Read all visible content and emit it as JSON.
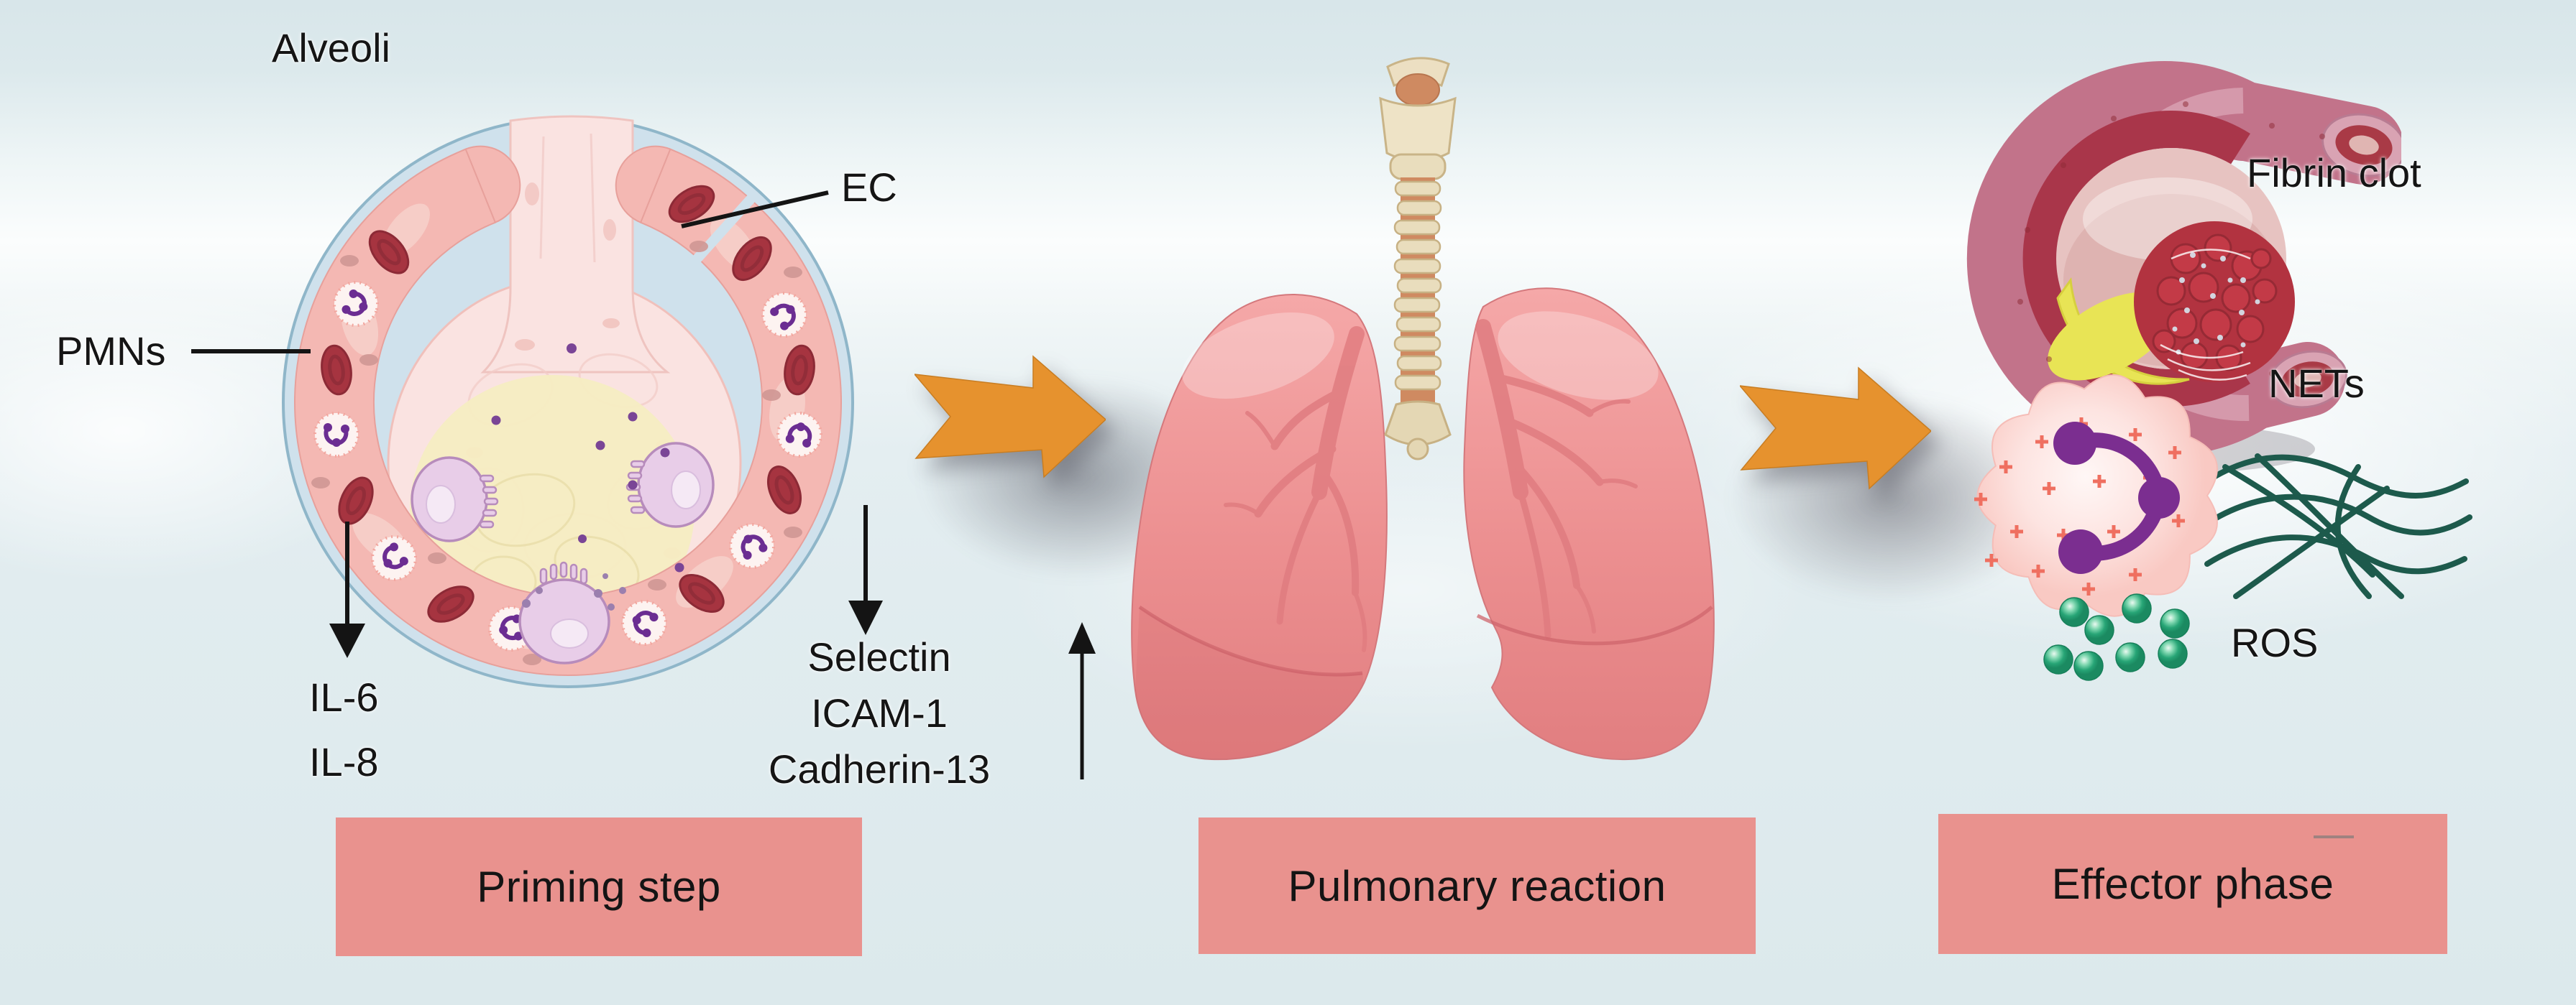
{
  "figure": {
    "title_context": "Neutrophil priming and effector response in the lung",
    "labels": {
      "alveoli": "Alveoli",
      "pmns": "PMNs",
      "ec": "EC",
      "il6": "IL-6",
      "il8": "IL-8",
      "selectin": "Selectin",
      "icam1": "ICAM-1",
      "cadherin13": "Cadherin-13",
      "fibrin_clot": "Fibrin clot",
      "nets": "NETs",
      "ros": "ROS"
    },
    "stage_boxes": [
      {
        "label": "Priming step"
      },
      {
        "label": "Pulmonary reaction"
      },
      {
        "label": "Effector phase"
      }
    ],
    "colors": {
      "stage_box": "#e9928e",
      "arrow_orange": "#e6922e",
      "annotation_black": "#141414",
      "alveolus_background": "#cfe1ec",
      "capillary_pink": "#f4b8b3",
      "rbc_red": "#a63440",
      "pmn_nucleus_purple": "#7b2e90",
      "lung_pink": "#ef9193",
      "trachea_cream": "#e9ddbd",
      "nets_teal": "#1d5a4c",
      "ros_green": "#27a576",
      "fibrin_vessel_mauve": "#c2738a",
      "lipid_yellow": "#e8e455",
      "background_tint": "#dce9ec"
    }
  }
}
